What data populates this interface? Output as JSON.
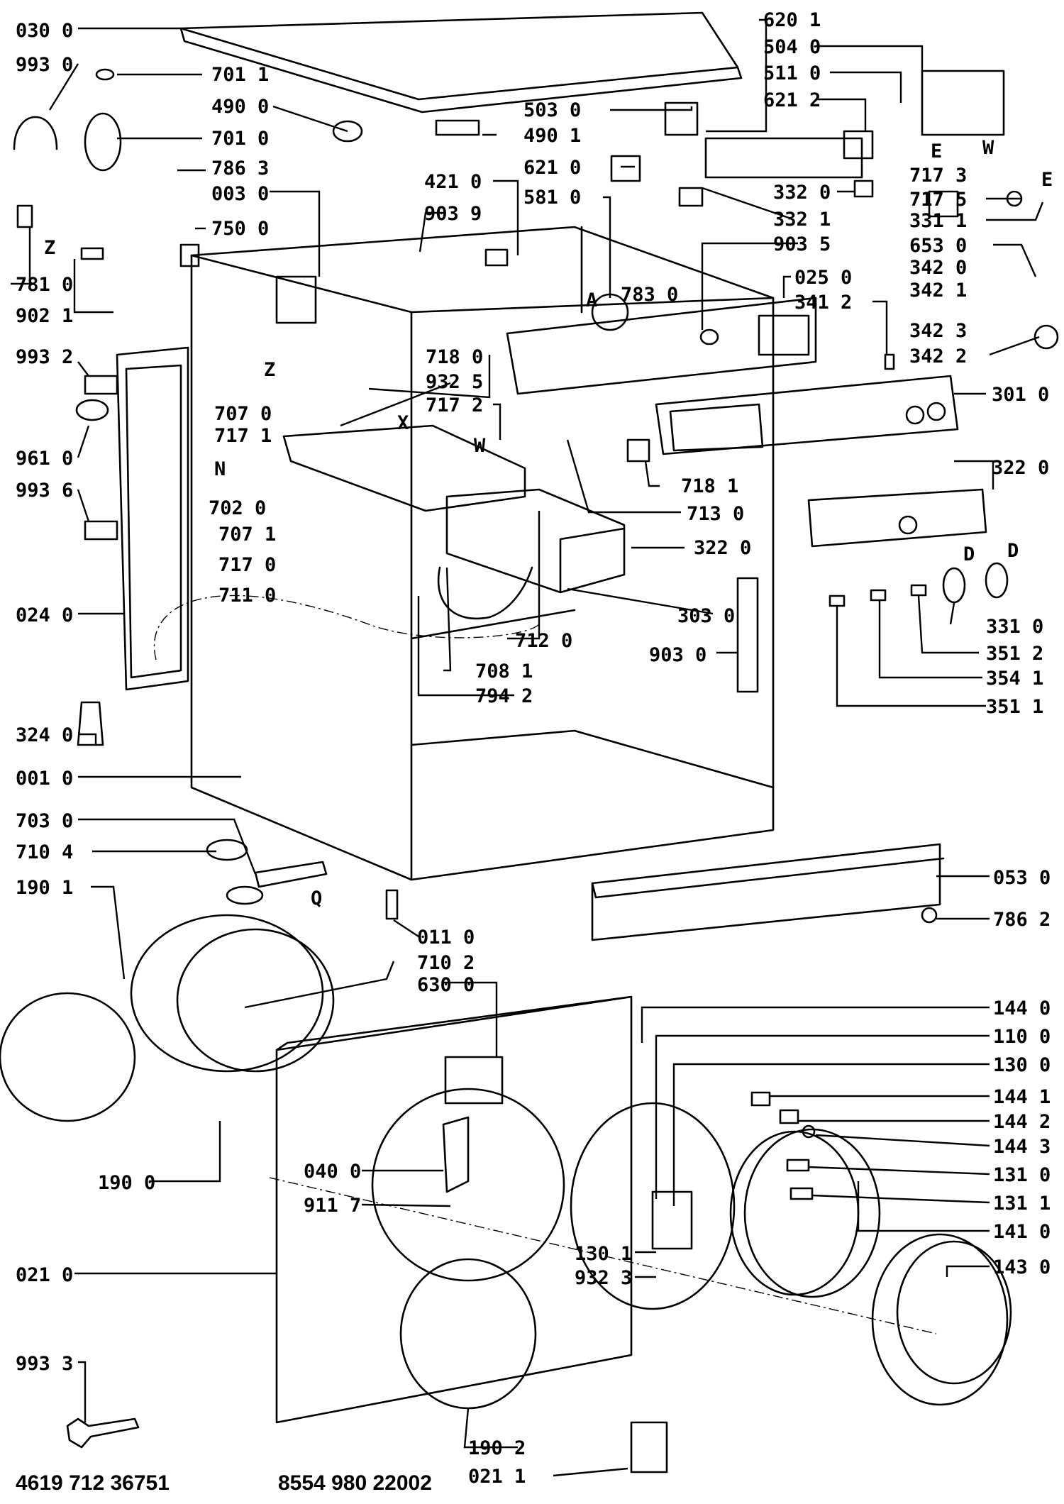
{
  "labels": {
    "030_0": "030 0",
    "993_0": "993 0",
    "701_1": "701 1",
    "490_0": "490 0",
    "701_0": "701 0",
    "786_3": "786 3",
    "003_0": "003 0",
    "750_0": "750 0",
    "Z_left": "Z",
    "781_0": "781 0",
    "902_1": "902 1",
    "Z_mid": "Z",
    "503_0": "503 0",
    "490_1": "490 1",
    "621_0": "621 0",
    "421_0": "421 0",
    "903_9": "903 9",
    "581_0": "581 0",
    "A": "A",
    "783_0": "783 0",
    "620_1": "620 1",
    "504_0": "504 0",
    "511_0": "511 0",
    "621_2": "621 2",
    "332_0": "332 0",
    "332_1": "332 1",
    "903_5": "903 5",
    "025_0": "025 0",
    "341_2": "341 2",
    "E_top": "E",
    "W_top": "W",
    "717_3": "717 3",
    "717_5": "717 5",
    "E_right": "E",
    "331_1": "331 1",
    "653_0": "653 0",
    "342_0": "342 0",
    "342_1": "342 1",
    "342_3": "342 3",
    "342_2": "342 2",
    "301_0": "301 0",
    "993_2": "993 2",
    "961_0": "961 0",
    "993_6": "993 6",
    "718_0": "718 0",
    "932_5": "932 5",
    "717_2": "717 2",
    "707_0": "707 0",
    "717_1": "717 1",
    "X": "X",
    "W_mid": "W",
    "N": "N",
    "702_0": "702 0",
    "707_1": "707 1",
    "717_0": "717 0",
    "711_0": "711 0",
    "718_1": "718 1",
    "713_0": "713 0",
    "322_0a": "322 0",
    "322_0b": "322 0",
    "303_0": "303 0",
    "D_1": "D",
    "D_2": "D",
    "331_0": "331 0",
    "351_2": "351 2",
    "354_1": "354 1",
    "351_1": "351 1",
    "712_0": "712 0",
    "708_1": "708 1",
    "794_2": "794 2",
    "903_0": "903 0",
    "024_0": "024 0",
    "324_0": "324 0",
    "001_0": "001 0",
    "703_0": "703 0",
    "710_4": "710 4",
    "Q": "Q",
    "190_1": "190 1",
    "011_0": "011 0",
    "710_2": "710 2",
    "630_0": "630 0",
    "053_0": "053 0",
    "786_2": "786 2",
    "144_0": "144 0",
    "110_0": "110 0",
    "130_0": "130 0",
    "144_1": "144 1",
    "144_2": "144 2",
    "144_3": "144 3",
    "131_0": "131 0",
    "131_1": "131 1",
    "141_0": "141 0",
    "143_0": "143 0",
    "190_0": "190 0",
    "040_0": "040 0",
    "911_7": "911 7",
    "130_1": "130 1",
    "932_3": "932 3",
    "021_0": "021 0",
    "993_3": "993 3",
    "190_2": "190 2",
    "021_1": "021 1"
  },
  "footer": {
    "left": "4619 712 36751",
    "right": "8554 980 22002"
  }
}
